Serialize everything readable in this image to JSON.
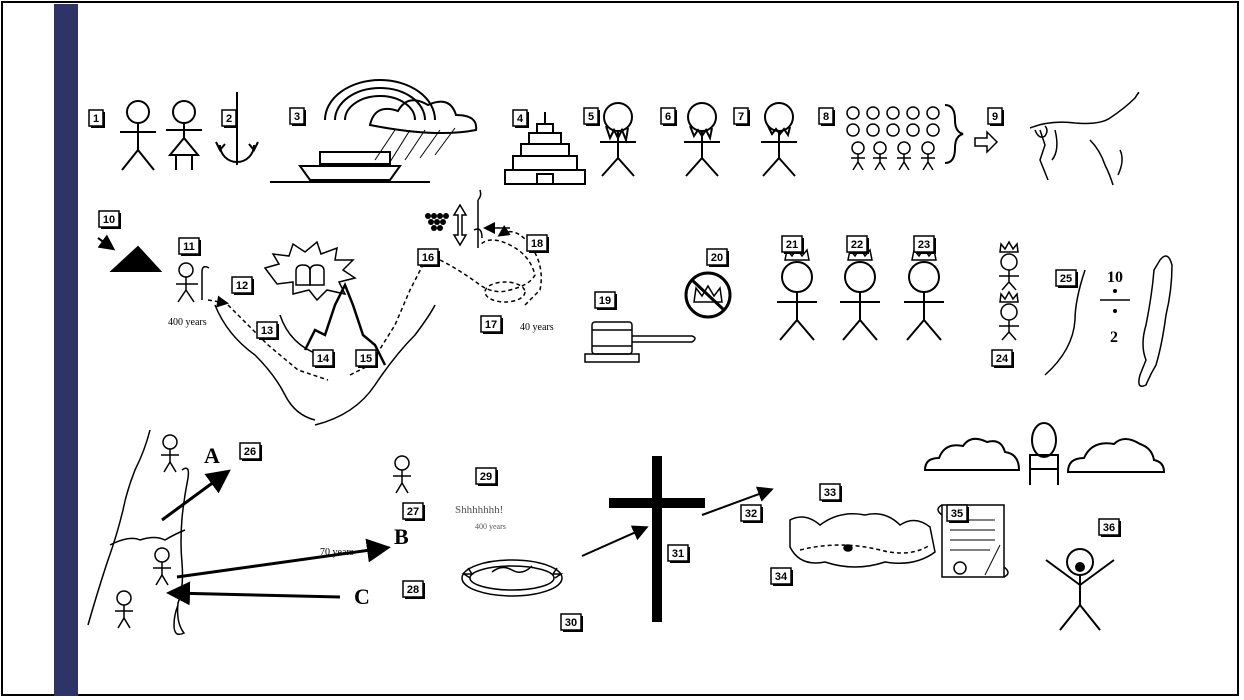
{
  "labels": [
    "1",
    "2",
    "3",
    "4",
    "5",
    "6",
    "7",
    "8",
    "9",
    "10",
    "11",
    "12",
    "13",
    "14",
    "15",
    "16",
    "17",
    "18",
    "19",
    "20",
    "21",
    "22",
    "23",
    "24",
    "25",
    "26",
    "27",
    "28",
    "29",
    "30",
    "31",
    "32",
    "33",
    "34",
    "35",
    "36"
  ],
  "texts": {
    "years_400_a": "400 years",
    "years_40": "40 years",
    "years_70": "70 years",
    "shh": "Shhhhhhh!",
    "years_400_b": "400 years",
    "frac_top": "10",
    "frac_bot": "2",
    "letter_a": "A",
    "letter_b": "B",
    "letter_c": "C"
  },
  "colors": {
    "sidebar": "#2e3566",
    "ink": "#000000"
  }
}
